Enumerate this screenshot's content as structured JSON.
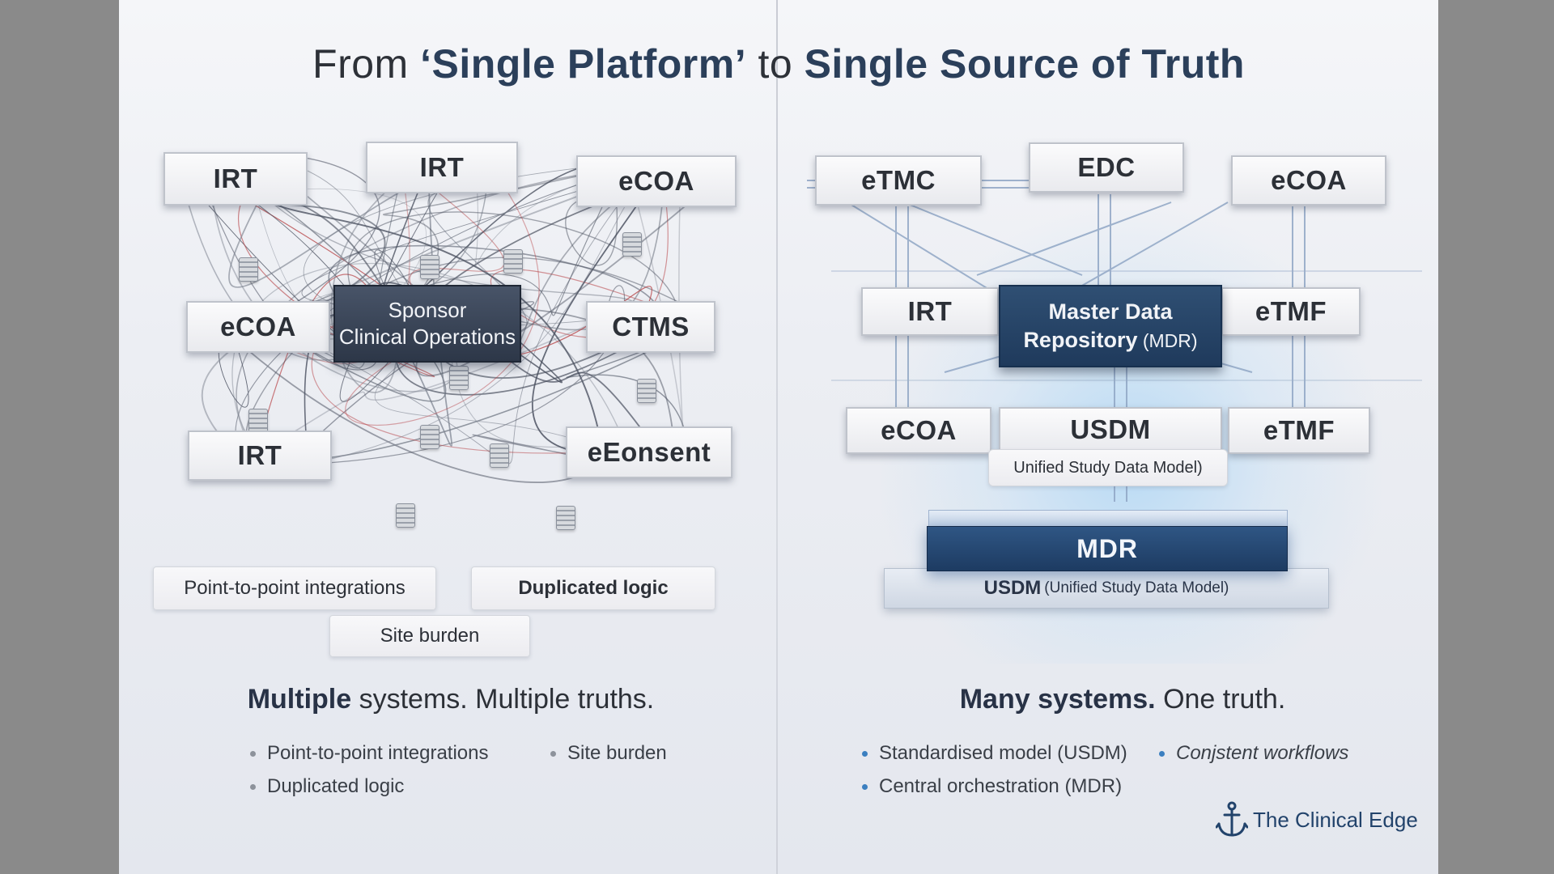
{
  "title": {
    "prefix": "From ",
    "quoted": "‘Single Platform’",
    "mid": " to ",
    "emphasis": "Single Source of Truth"
  },
  "left": {
    "nodes": {
      "irt_top_left": "IRT",
      "irt_top_center": "IRT",
      "ecoa_top_right": "eCOA",
      "ecoa_mid_left": "eCOA",
      "ctms": "CTMS",
      "irt_bottom_left": "IRT",
      "econsent": "eEonsent"
    },
    "center": {
      "line1": "Sponsor",
      "line2": "Clinical Operations"
    },
    "pills": {
      "p2p": "Point-to-point integrations",
      "duplicated": "Duplicated logic",
      "site": "Site burden"
    },
    "tagline": {
      "bold": "Multiple",
      "rest": " systems. Multiple truths."
    },
    "bullets": {
      "b1": "Point-to-point integrations",
      "b2": "Site burden",
      "b3": "Duplicated logic"
    }
  },
  "right": {
    "nodes": {
      "etmc": "eTMC",
      "edc": "EDC",
      "ecoa_top": "eCOA",
      "irt": "IRT",
      "etmf_mid": "eTMF",
      "ecoa_low": "eCOA",
      "usdm": "USDM",
      "etmf_low": "eTMF"
    },
    "mdr_box": {
      "line1": "Master Data",
      "line2_bold": "Repository",
      "line2_rest": " (MDR)"
    },
    "usdm_caption": "Unified Study Data Model)",
    "platform_mdr": "MDR",
    "platform_usdm": {
      "bold": "USDM",
      "rest": " (Unified Study Data Model)"
    },
    "tagline": {
      "bold": "Many systems.",
      "rest": " One truth."
    },
    "bullets": {
      "b1": "Standardised model (USDM)",
      "b2": "Conjstent workflows",
      "b3": "Central orchestration (MDR)"
    }
  },
  "logo": {
    "text": "The Clinical Edge",
    "icon": "anchor-icon"
  },
  "colors": {
    "dark_box": "#2d3748",
    "mdr_blue": "#1f3a5c",
    "accent_blue": "#3b7fc0",
    "wire_red": "#b8474a"
  }
}
